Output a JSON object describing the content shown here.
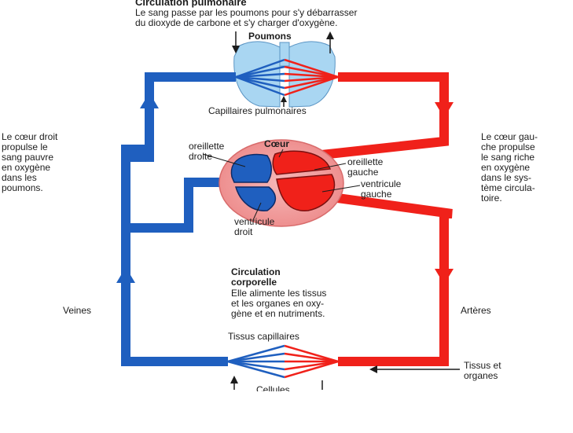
{
  "colors": {
    "blue": "#1f5fbf",
    "red": "#f0211a",
    "lung": "#a9d6f2",
    "heart_bg": "#f2a2a2"
  },
  "pulmonary": {
    "title": "Circulation pulmonaire",
    "desc": "Le sang passe par les poumons pour s'y débarrasser\ndu dioxyde de carbone et s'y charger d'oxygène.",
    "lungs": "Poumons",
    "capillaries": "Capillaires pulmonaires"
  },
  "heart": {
    "title": "Cœur",
    "right_atrium": "oreillette\ndroite",
    "left_atrium": "oreillette\ngauche",
    "left_ventricle": "ventricule\ngauche",
    "right_ventricle": "ventricule\ndroit"
  },
  "side_notes": {
    "right_heart": "Le cœur droit\npropulse le\nsang pauvre\nen oxygène\ndans les\npoumons.",
    "left_heart": "Le cœur gau-\nche propulse\nle sang riche\nen oxygène\ndans le sys-\ntème circula-\ntoire."
  },
  "systemic": {
    "title": "Circulation\ncorporelle",
    "desc": "Elle alimente les tissus\net les organes en oxy-\ngène et en nutriments.",
    "veins": "Veines",
    "arteries": "Artères",
    "tissue_capillaries": "Tissus capillaires",
    "tissues_organs": "Tissus et\norganes",
    "cells": "Cellules"
  }
}
